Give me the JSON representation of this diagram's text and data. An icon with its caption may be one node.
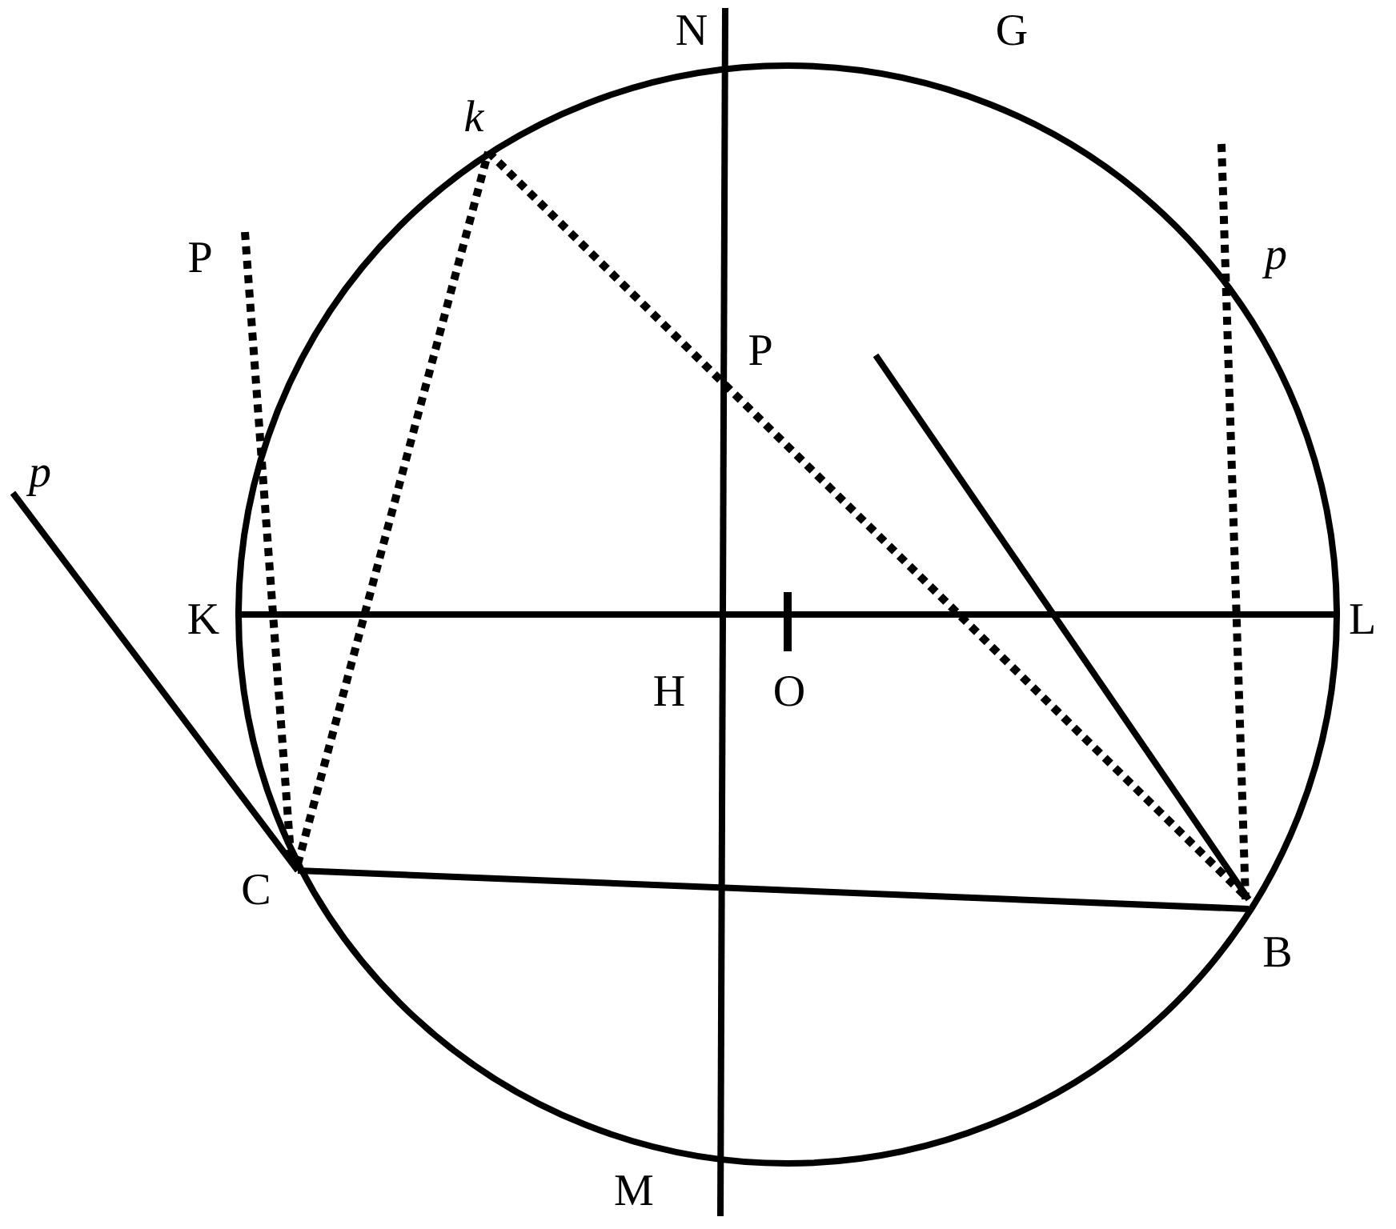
{
  "diagram": {
    "labels": [
      "N",
      "G",
      "k",
      "P",
      "p",
      "P",
      "p",
      "K",
      "L",
      "H",
      "O",
      "C",
      "B",
      "M"
    ]
  }
}
